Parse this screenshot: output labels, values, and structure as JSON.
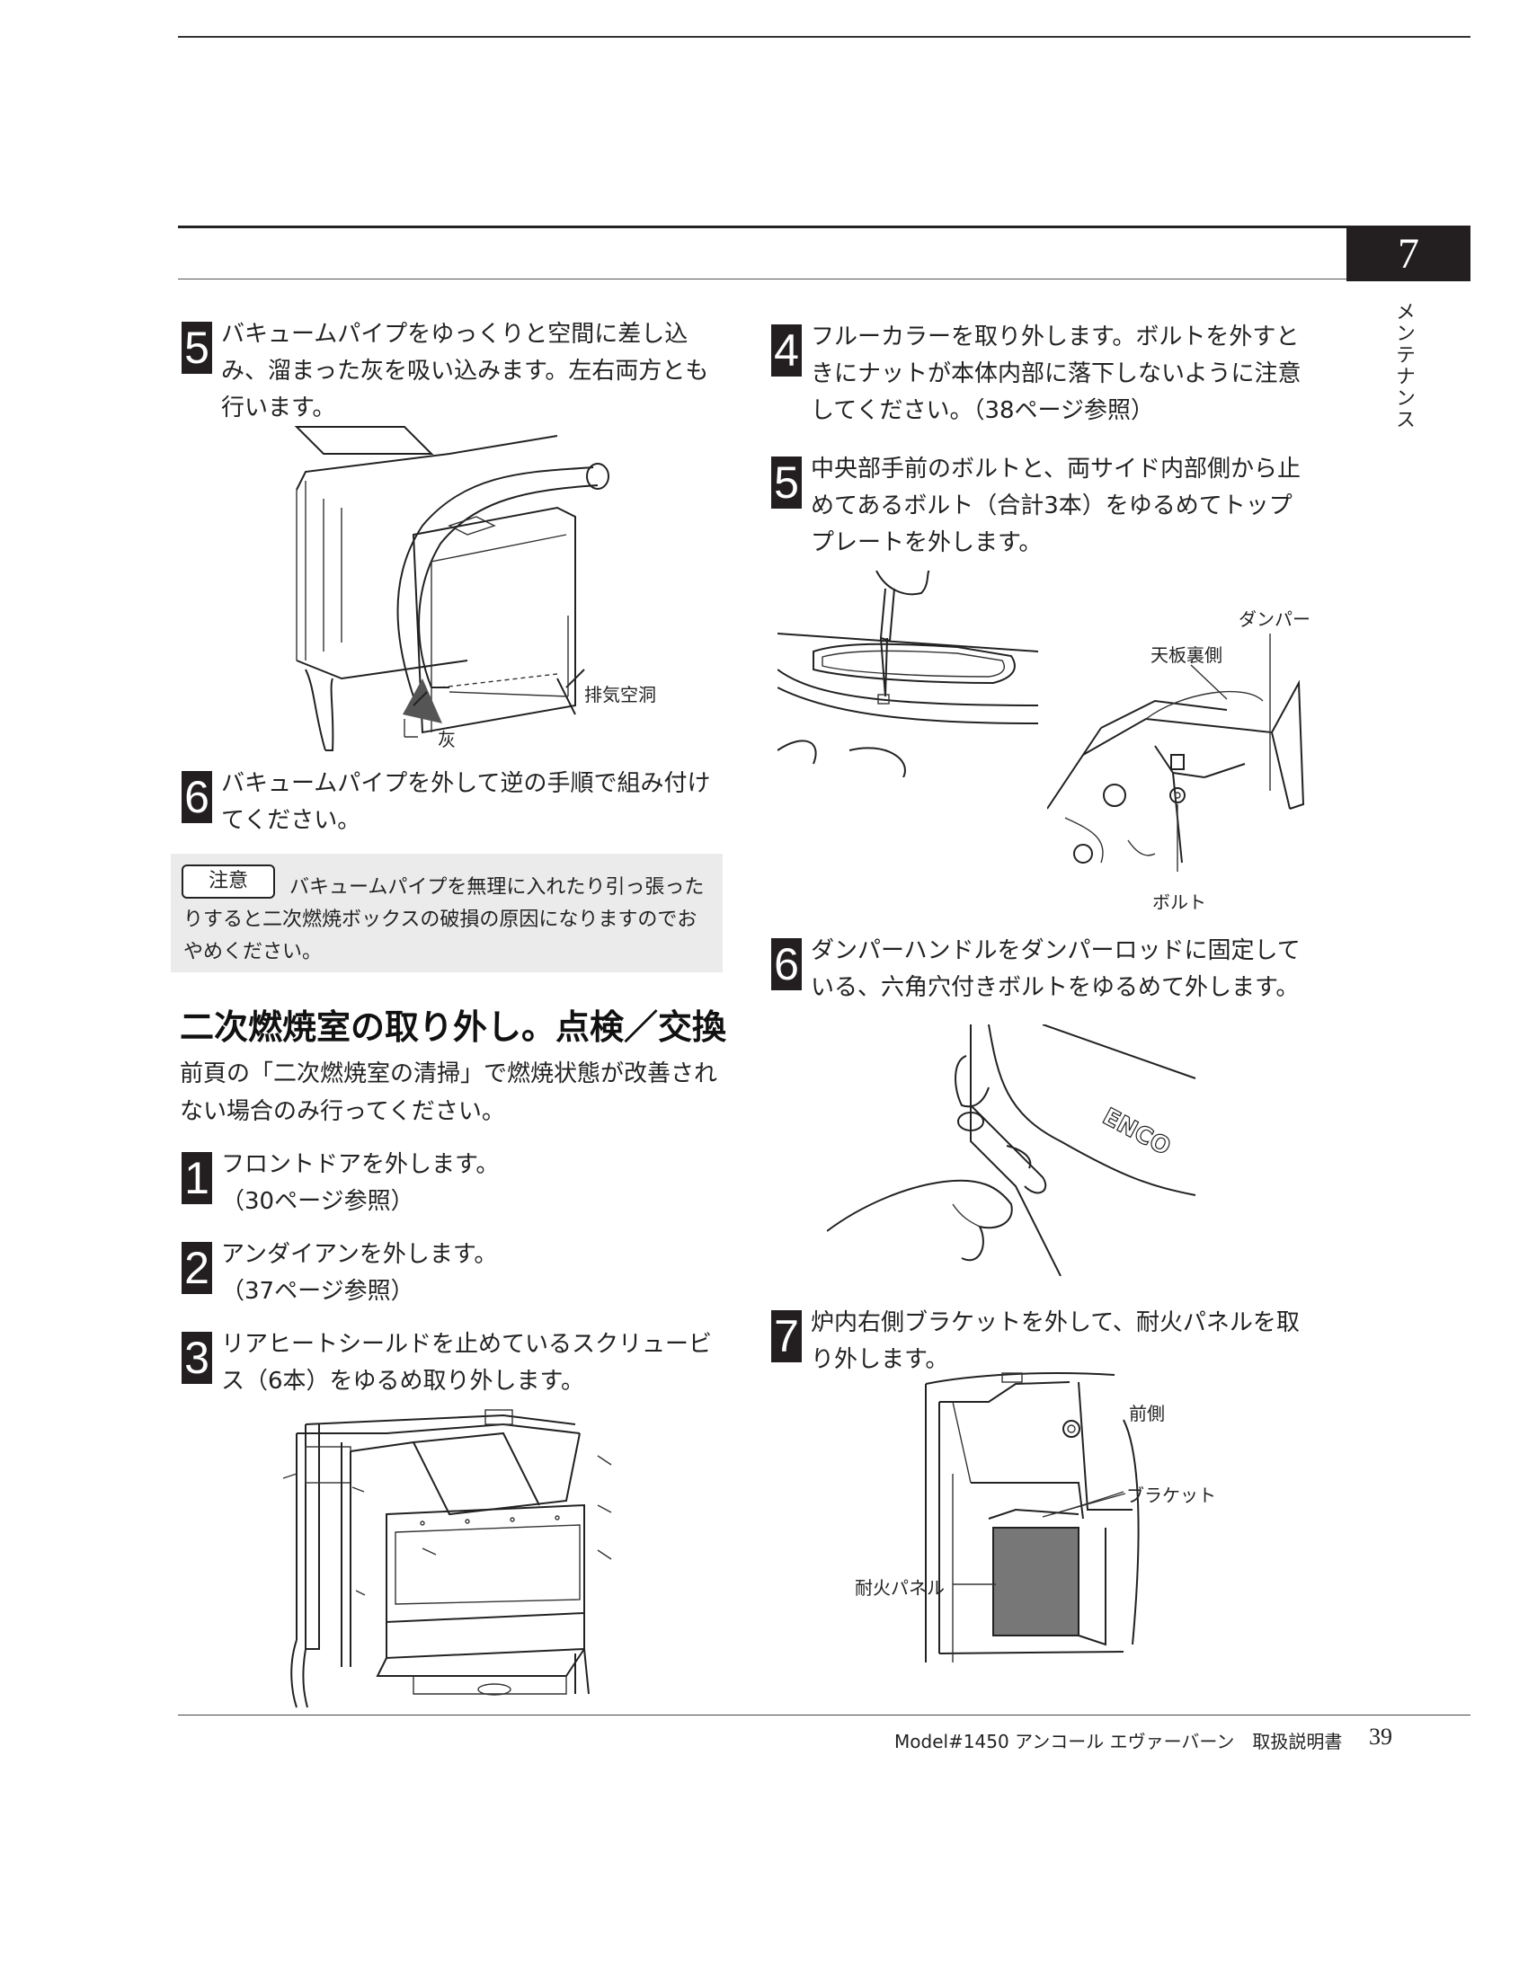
{
  "chapter": {
    "number": "7",
    "side_label": "メンテナンス"
  },
  "left": {
    "step5": {
      "num": "5",
      "text": "バキュームパイプをゆっくりと空間に差し込み、溜まった灰を吸い込みます。左右両方とも行います。"
    },
    "fig1_labels": {
      "exhaust": "排気空洞",
      "ash": "灰"
    },
    "step6": {
      "num": "6",
      "text": "バキュームパイプを外して逆の手順で組み付けてください。"
    },
    "caution": {
      "badge": "注意",
      "text": "バキュームパイプを無理に入れたり引っ張ったりすると二次燃焼ボックスの破損の原因になりますのでおやめください。"
    },
    "section_title": "二次燃焼室の取り外し。点検／交換",
    "intro": "前頁の「二次燃焼室の清掃」で燃焼状態が改善されない場合のみ行ってください。",
    "step1": {
      "num": "1",
      "line1": "フロントドアを外します。",
      "line2": "（30ページ参照）"
    },
    "step2": {
      "num": "2",
      "line1": "アンダイアンを外します。",
      "line2": "（37ページ参照）"
    },
    "step3": {
      "num": "3",
      "text": "リアヒートシールドを止めているスクリュービス（6本）をゆるめ取り外します。"
    }
  },
  "right": {
    "step4": {
      "num": "4",
      "text": "フルーカラーを取り外します。ボルトを外すときにナットが本体内部に落下しないように注意してください。（38ページ参照）"
    },
    "step5": {
      "num": "5",
      "text": "中央部手前のボルトと、両サイド内部側から止めてあるボルト（合計3本）をゆるめてトッププレートを外します。"
    },
    "fig_labels": {
      "damper": "ダンパー",
      "top_back": "天板裏側",
      "bolt": "ボルト"
    },
    "step6": {
      "num": "6",
      "text": "ダンパーハンドルをダンパーロッドに固定している、六角穴付きボルトをゆるめて外します。"
    },
    "fig_enco": "ENCO",
    "step7": {
      "num": "7",
      "text": "炉内右側ブラケットを外して、耐火パネルを取り外します。"
    },
    "fig7_labels": {
      "front": "前側",
      "bracket": "ブラケット",
      "panel": "耐火パネル"
    }
  },
  "footer": {
    "model": "Model#1450 アンコール エヴァーバーン　取扱説明書",
    "page": "39"
  }
}
